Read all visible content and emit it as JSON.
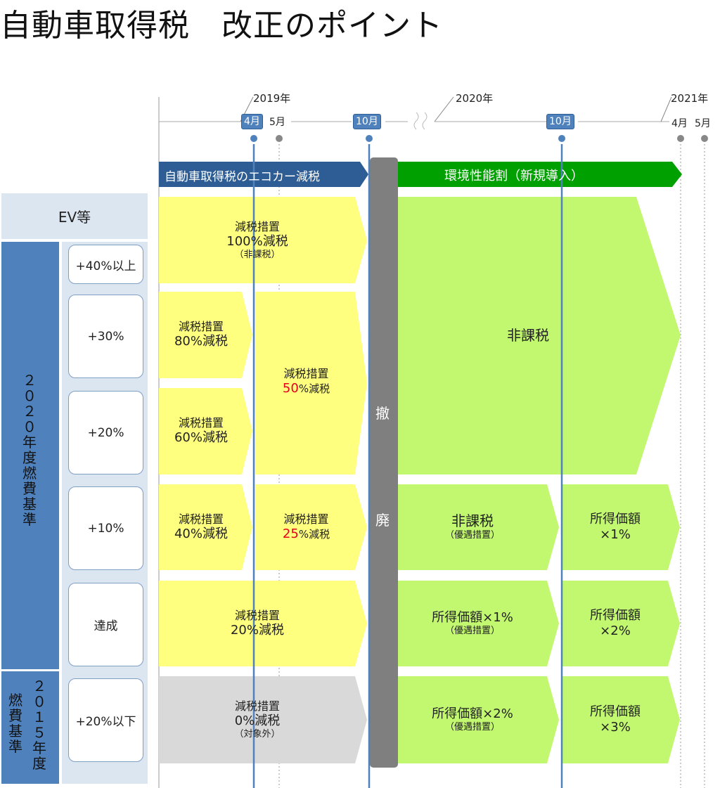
{
  "title": "自動車取得税　改正のポイント",
  "timeline": {
    "years": [
      "2019年",
      "2020年",
      "2021年"
    ],
    "months": {
      "apr2019": "4月",
      "may2019": "5月",
      "oct2019": "10月",
      "oct2020": "10月",
      "apr2021": "4月",
      "may2021": "5月"
    }
  },
  "bands": {
    "left": "自動車取得税のエコカー減税",
    "right": "環境性能割（新規導入）",
    "abolish": [
      "撤",
      "廃"
    ]
  },
  "rows": {
    "ev": "EV等",
    "group2020": "２０２０年度燃費基準",
    "group2015": "２０１５年度燃費基準",
    "r40": "+40%以上",
    "r30": "+30%",
    "r20": "+20%",
    "r10": "+10%",
    "achieved": "達成",
    "r20below": "+20%以下"
  },
  "cells": {
    "ev_old": {
      "line1": "減税措置",
      "line2": "100%減税",
      "line3": "（非課税）"
    },
    "r30_early": {
      "line1": "減税措置",
      "line2": "80%減税"
    },
    "r20_early": {
      "line1": "減税措置",
      "line2": "60%減税"
    },
    "r30_20_late": {
      "line1": "減税措置",
      "num": "50",
      "suffix": "%減税"
    },
    "r10_early": {
      "line1": "減税措置",
      "line2": "40%減税"
    },
    "r10_late": {
      "line1": "減税措置",
      "num": "25",
      "suffix": "%減税"
    },
    "achieved_old": {
      "line1": "減税措置",
      "line2": "20%減税"
    },
    "low_old": {
      "line1": "減税措置",
      "line2": "0%減税",
      "line3": "（対象外）"
    },
    "new_top": "非課税",
    "r10_new1": {
      "line1": "非課税",
      "line2": "（優遇措置）"
    },
    "r10_new2": {
      "line1": "所得価額",
      "line2": "×1%"
    },
    "ach_new1": {
      "line1": "所得価額×1%",
      "line2": "（優遇措置）"
    },
    "ach_new2": {
      "line1": "所得価額",
      "line2": "×2%"
    },
    "low_new1": {
      "line1": "所得価額×2%",
      "line2": "（優遇措置）"
    },
    "low_new2": {
      "line1": "所得価額",
      "line2": "×3%"
    }
  },
  "colors": {
    "yellow": "#ffff7f",
    "green": "#c2f870",
    "gray": "#d9d9d9",
    "blue_band": "#2e5c95",
    "green_band": "#00a000",
    "abolish": "#7f7f7f",
    "accent_red": "#e8001c",
    "side_blue": "#4f81bd"
  }
}
